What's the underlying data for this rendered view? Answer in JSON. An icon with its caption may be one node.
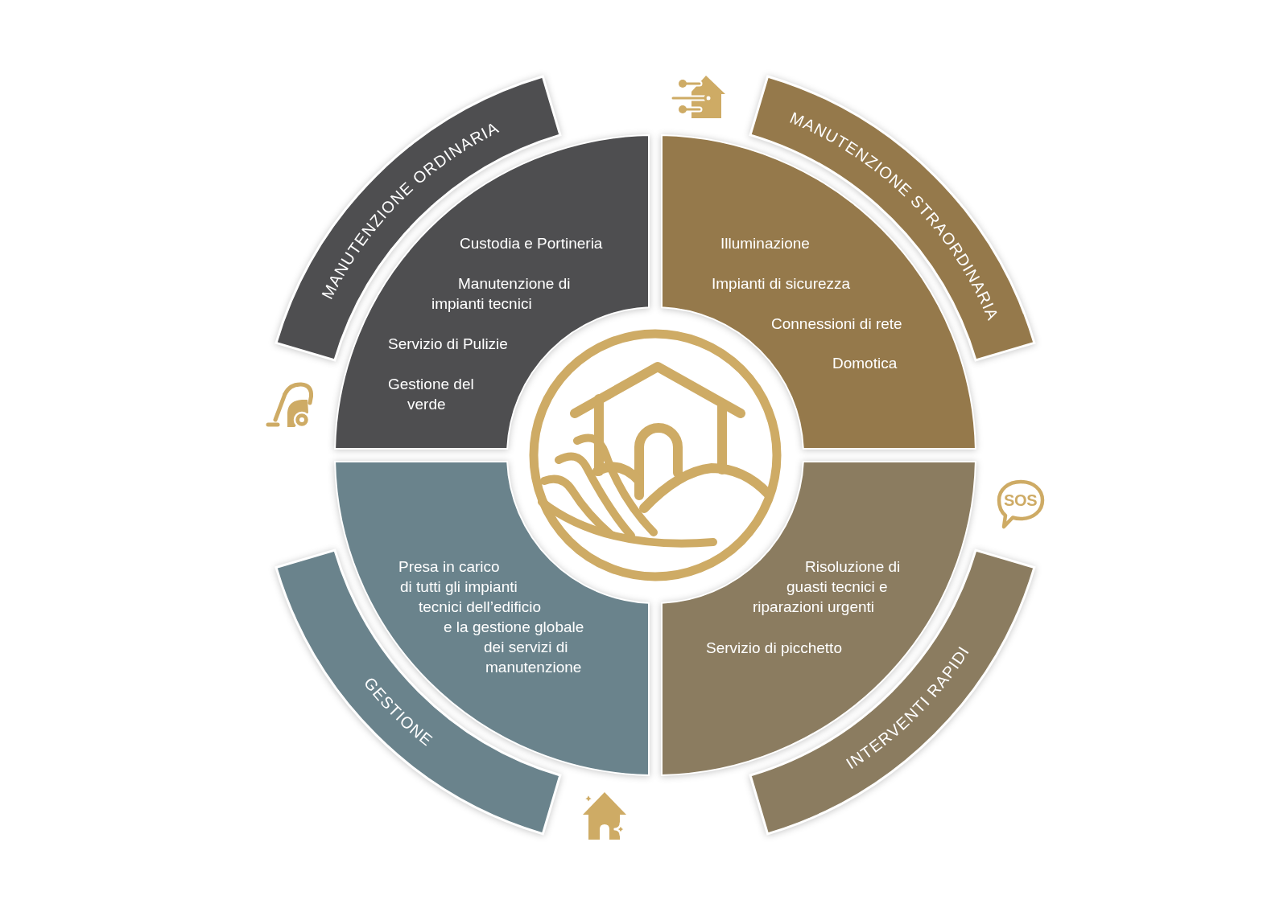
{
  "diagram": {
    "nodes": [
      {
        "text": [
          "MANUTENZIONE ORDINARIA"
        ]
      },
      {
        "text": [
          "Custodia e Portineria",
          "Manutenzione di impianti tecnici",
          "Servizio di Pulizie",
          "Gestione del verde"
        ]
      },
      {
        "text": [
          "MANUTENZIONE STRAORDINARIA"
        ]
      },
      {
        "text": [
          "Illuminazione",
          "Impianti di sicurezza",
          "Connessioni di rete",
          "Domotica"
        ]
      },
      {
        "text": [
          "GESTIONE"
        ]
      },
      {
        "text": [
          "Presa in carico di tutti gli impianti tecnici dell’edificio e la gestione globale dei servizi di manutenzione"
        ]
      },
      {
        "text": [
          "INTERVENTI RAPIDI"
        ]
      },
      {
        "text": [
          "Risoluzione di guasti tecnici e riparazioni urgenti",
          "Servizio di picchetto"
        ]
      }
    ],
    "labels": [
      "SOS"
    ]
  }
}
